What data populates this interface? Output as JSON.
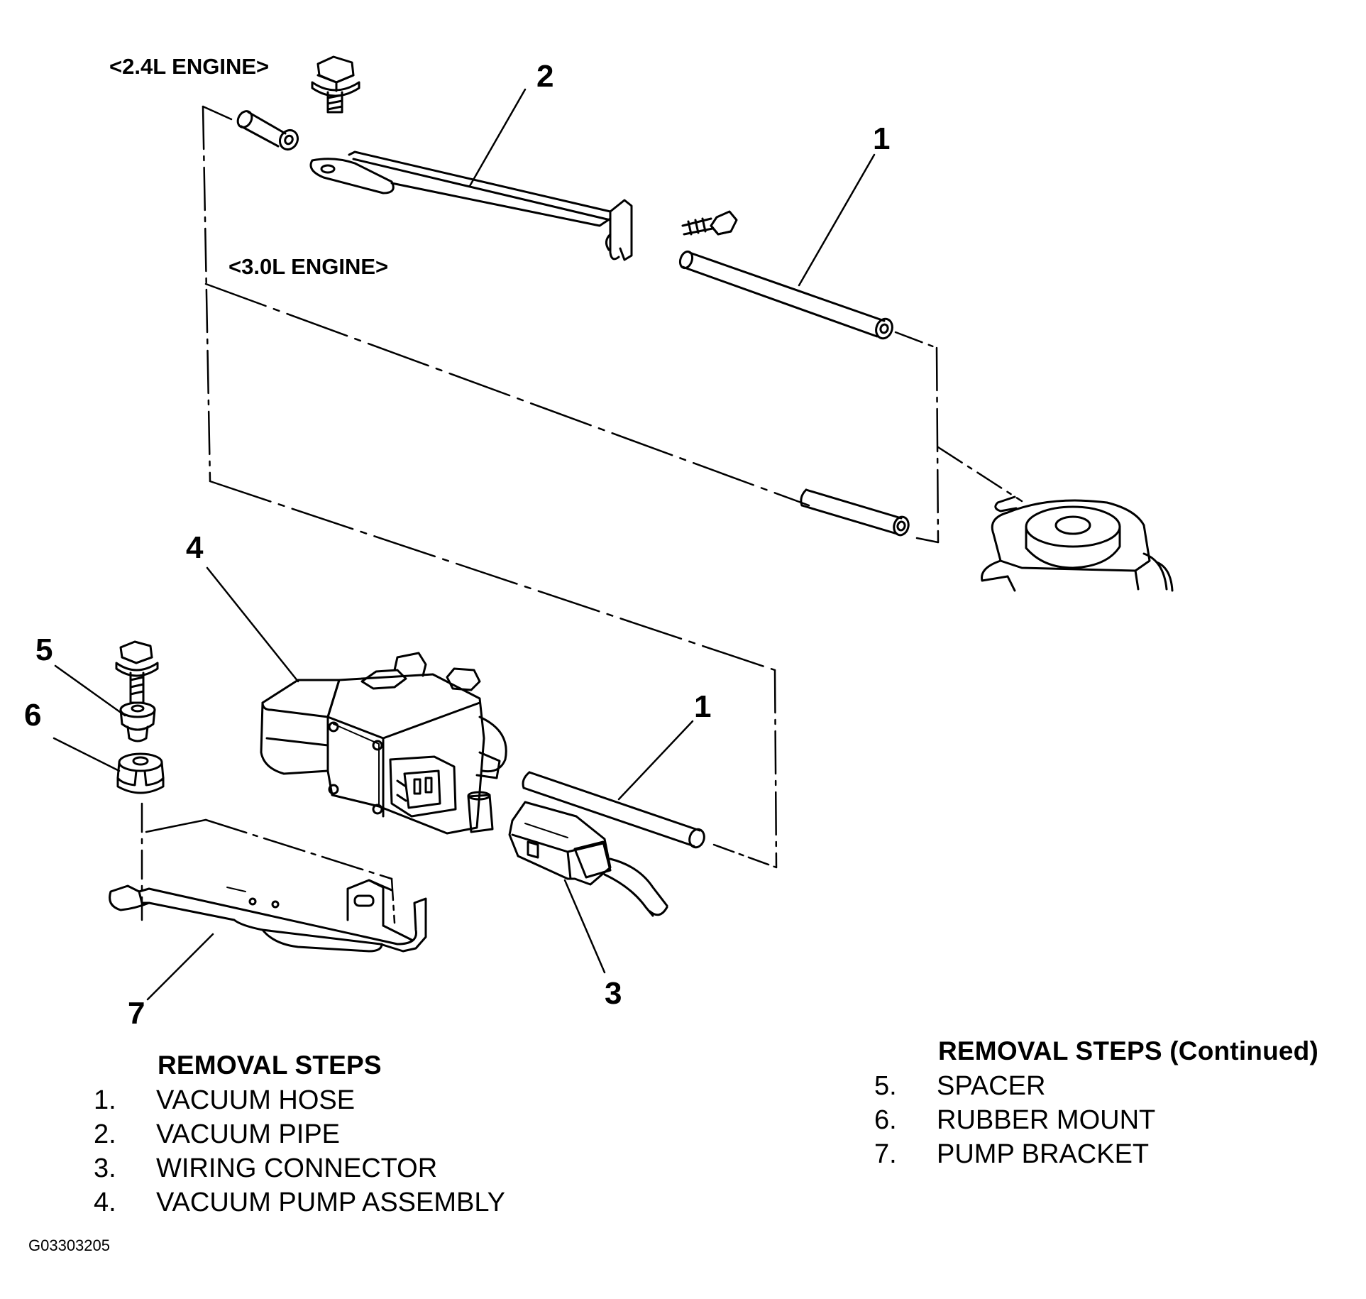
{
  "labels": {
    "engine_24": "<2.4L ENGINE>",
    "engine_30": "<3.0L ENGINE>",
    "figure_code": "G03303205"
  },
  "callouts": {
    "c1a": "1",
    "c1b": "1",
    "c2": "2",
    "c3": "3",
    "c4": "4",
    "c5": "5",
    "c6": "6",
    "c7": "7"
  },
  "steps_left": {
    "heading": "REMOVAL STEPS",
    "items": [
      {
        "num": "1.",
        "text": "VACUUM HOSE"
      },
      {
        "num": "2.",
        "text": "VACUUM PIPE"
      },
      {
        "num": "3.",
        "text": "WIRING CONNECTOR"
      },
      {
        "num": "4.",
        "text": "VACUUM PUMP ASSEMBLY"
      }
    ]
  },
  "steps_right": {
    "heading": "REMOVAL STEPS (Continued)",
    "items": [
      {
        "num": "5.",
        "text": "SPACER"
      },
      {
        "num": "6.",
        "text": "RUBBER MOUNT"
      },
      {
        "num": "7.",
        "text": "PUMP BRACKET"
      }
    ]
  }
}
